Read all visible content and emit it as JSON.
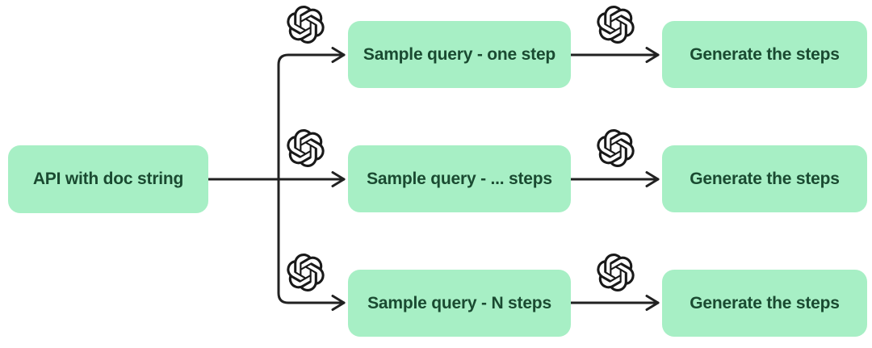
{
  "diagram": {
    "source": {
      "label": "API with doc string"
    },
    "rows": [
      {
        "sample": "Sample query - one step",
        "generate": "Generate the steps"
      },
      {
        "sample": "Sample query - ... steps",
        "generate": "Generate the steps"
      },
      {
        "sample": "Sample query - N steps",
        "generate": "Generate the steps"
      }
    ],
    "icon_name": "openai-logo-icon",
    "colors": {
      "node_fill": "#A7EFC5",
      "node_text": "#1A4A31",
      "connector": "#212121",
      "icon": "#191919",
      "background": "#FFFFFF"
    }
  }
}
